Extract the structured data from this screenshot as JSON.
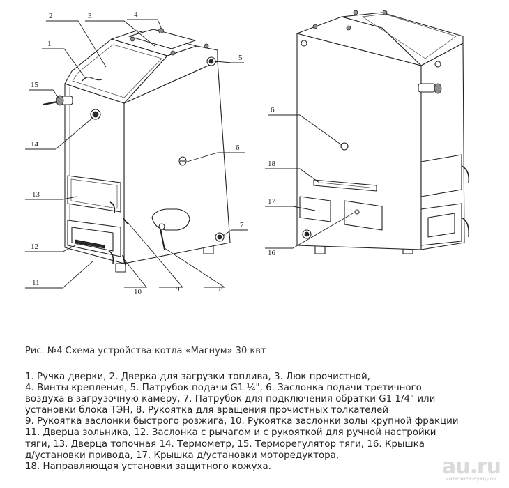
{
  "callouts": {
    "c1": "1",
    "c2": "2",
    "c3": "3",
    "c4": "4",
    "c5": "5",
    "c6a": "6",
    "c7": "7",
    "c8": "8",
    "c9": "9",
    "c10": "10",
    "c11": "11",
    "c12": "12",
    "c13": "13",
    "c14": "14",
    "c15": "15",
    "c6b": "6",
    "c18": "18",
    "c17": "17",
    "c16": "16"
  },
  "caption": "Рис. №4 Схема устройства котла «Магнум» 30 квт",
  "legend_lines": [
    "1. Ручка дверки, 2. Дверка для загрузки топлива, 3. Люк прочистной,",
    "4. Винты крепления, 5. Патрубок подачи G1 ¼\", 6. Заслонка подачи третичного",
    "воздуха в загрузочную камеру, 7. Патрубок для подключения обратки G1 1/4\" или",
    "установки блока ТЭН, 8. Рукоятка для вращения прочистных толкателей",
    "9. Рукоятка заслонки быстрого розжига, 10. Рукоятка заслонки золы крупной фракции",
    "11. Дверца зольника, 12. Заслонка с рычагом и с рукояткой для ручной настройки",
    "тяги, 13. Дверца топочная 14. Термометр, 15. Терморегулятор тяги, 16. Крышка",
    "д/установки привода, 17. Крышка д/установки моторедуктора,",
    "18. Направляющая установки защитного кожуха."
  ],
  "watermark": {
    "main": "au.ru",
    "sub": "интернет-аукцион"
  }
}
